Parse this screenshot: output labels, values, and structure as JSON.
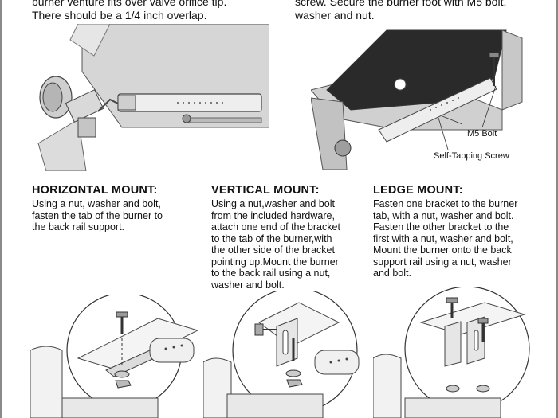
{
  "top_left": {
    "line1": "burner venture fits over valve orifice tip.",
    "line2": "There should be a 1/4 inch overlap."
  },
  "top_right": {
    "line1": "screw. Secure the burner foot with M5 bolt,",
    "line2": "washer and nut."
  },
  "labels": {
    "m5_bolt": "M5 Bolt",
    "self_tapping_screw": "Self-Tapping Screw"
  },
  "mounts": [
    {
      "title": "HORIZONTAL MOUNT:",
      "lines": [
        "Using a nut, washer and bolt,",
        "fasten the tab of the burner to",
        "the back rail support."
      ]
    },
    {
      "title": "VERTICAL MOUNT:",
      "lines": [
        "Using a nut,washer and bolt",
        "from the included hardware,",
        "attach one end of the bracket",
        "to the tab of the burner,with",
        "the other side of the bracket",
        "pointing up.Mount the burner",
        "to the back rail using a nut,",
        "washer and bolt."
      ]
    },
    {
      "title": "LEDGE MOUNT:",
      "lines": [
        "Fasten one bracket to the burner",
        "tab, with a nut, washer and bolt.",
        "Fasten the other bracket to the",
        "first with a nut, washer and bolt,",
        "Mount the burner onto the back",
        "support rail using a nut, washer",
        "and bolt."
      ]
    }
  ]
}
